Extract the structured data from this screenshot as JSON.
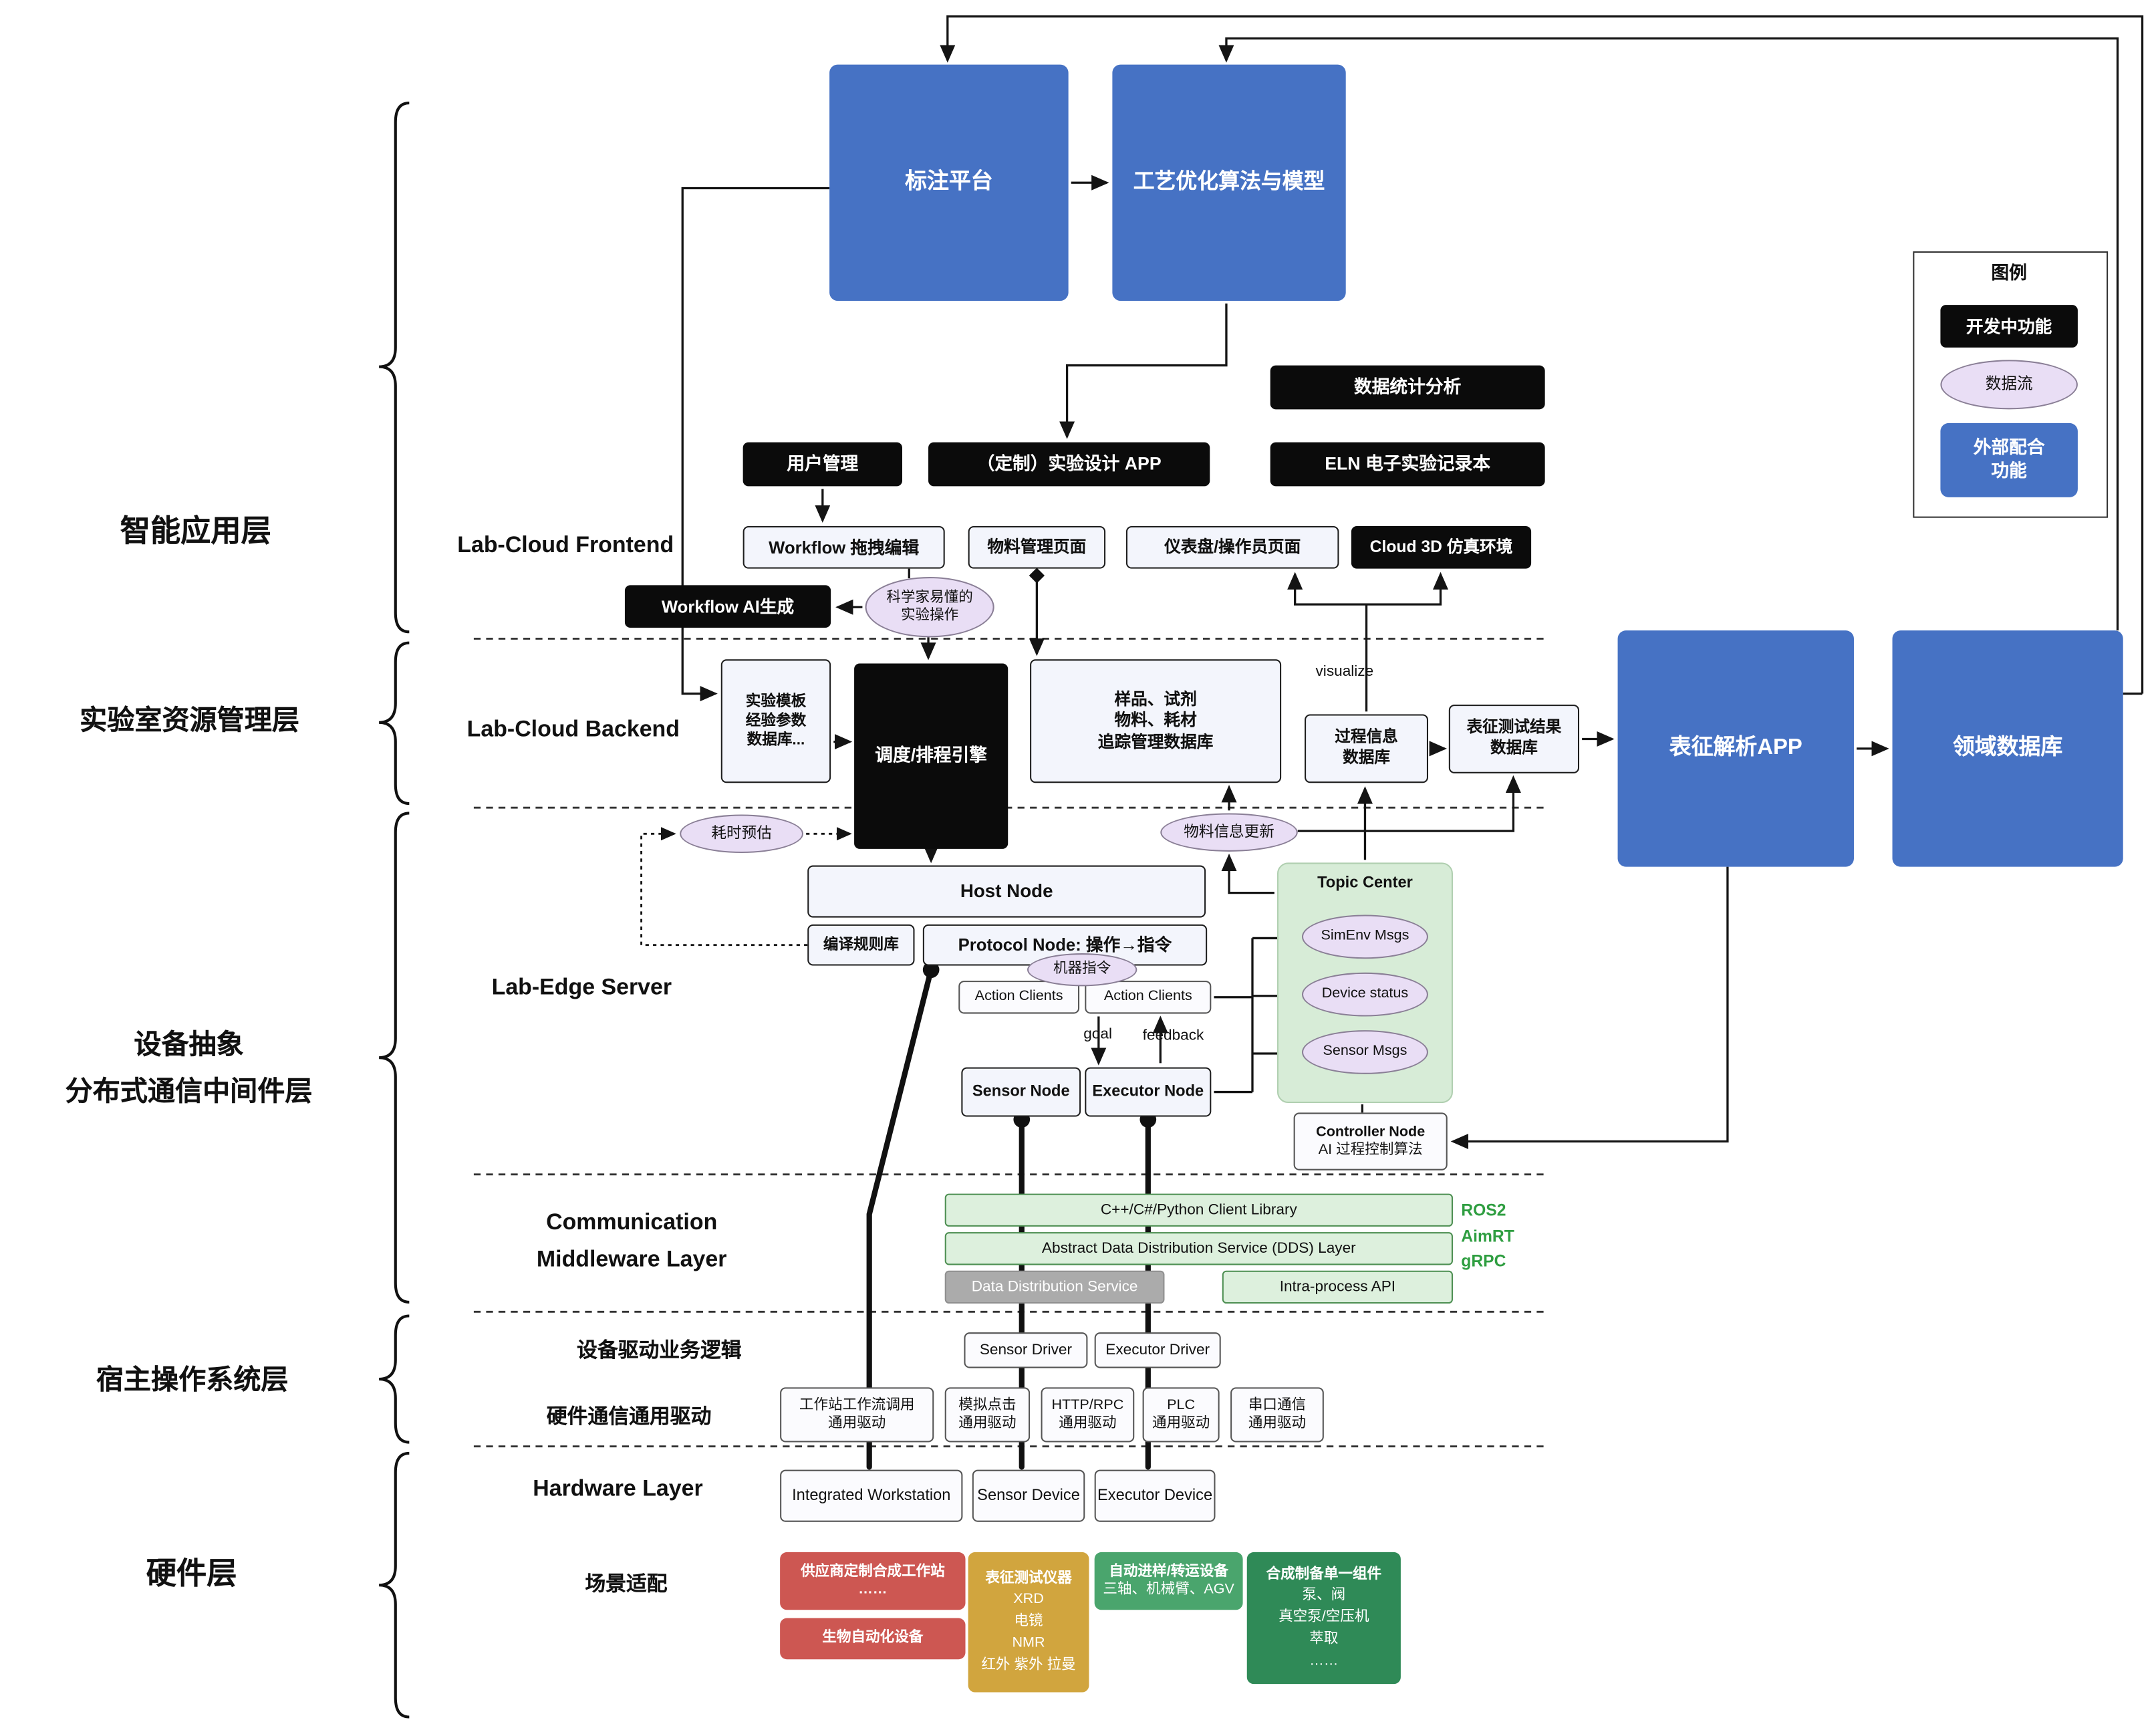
{
  "palette": {
    "accent_blue": "#4672c4",
    "dev_black": "#0b0b0b",
    "flow_purple": "#e9def5",
    "topic_green": "#d7ecd7",
    "middleware_green": "#ddf0dd",
    "hardware_red": "#cd5752",
    "instrument_gold": "#d1a53e",
    "transfer_green": "#4aa56d",
    "synth_green": "#2f8a57"
  },
  "layers": {
    "l1": "智能应用层",
    "l2": "实验室资源管理层",
    "l3a": "设备抽象",
    "l3b": "分布式通信中间件层",
    "l4": "宿主操作系统层",
    "l5": "硬件层"
  },
  "sections": {
    "frontend": "Lab-Cloud Frontend",
    "backend": "Lab-Cloud Backend",
    "edge": "Lab-Edge Server",
    "comm1": "Communication",
    "comm2": "Middleware Layer",
    "driver_logic": "设备驱动业务逻辑",
    "hw_comm": "硬件通信通用驱动",
    "hardware": "Hardware Layer",
    "scenario": "场景适配"
  },
  "nodes": {
    "annotation": "标注平台",
    "process_opt": "工艺优化算法与模型",
    "data_stats": "数据统计分析",
    "user_mgmt": "用户管理",
    "exp_design": "（定制）实验设计 APP",
    "eln": "ELN 电子实验记录本",
    "wf_edit": "Workflow 拖拽编辑",
    "material_page": "物料管理页面",
    "dashboard": "仪表盘/操作员页面",
    "cloud3d": "Cloud 3D 仿真环境",
    "wf_ai": "Workflow AI生成",
    "sci_ops": [
      "科学家易懂的",
      "实验操作"
    ],
    "template_db": [
      "实验模板",
      "经验参数",
      "数据库..."
    ],
    "scheduler": "调度/排程引擎",
    "tracking_db": [
      "样品、试剂",
      "物料、耗材",
      "追踪管理数据库"
    ],
    "visualize": "visualize",
    "process_db": [
      "过程信息",
      "数据库"
    ],
    "result_db": [
      "表征测试结果",
      "数据库"
    ],
    "char_app": "表征解析APP",
    "domain_db": "领域数据库",
    "time_est": "耗时预估",
    "material_update": "物料信息更新",
    "host_node": "Host Node",
    "compile_lib": "编译规则库",
    "protocol_node": "Protocol Node: 操作→指令",
    "machine_cmd": "机器指令",
    "action_clients": "Action Clients",
    "topic_center": "Topic Center",
    "simenv": "SimEnv Msgs",
    "dev_status": "Device status",
    "sensor_msgs": "Sensor Msgs",
    "goal": "goal",
    "feedback": "feedback",
    "sensor_node": "Sensor Node",
    "executor_node": "Executor Node",
    "controller": [
      "Controller Node",
      "AI 过程控制算法"
    ],
    "client_lib": "C++/C#/Python Client Library",
    "dds_layer": "Abstract Data Distribution Service (DDS) Layer",
    "dds_service": "Data Distribution Service",
    "intra_api": "Intra-process API",
    "protocols": [
      "ROS2",
      "AimRT",
      "gRPC"
    ],
    "sensor_driver": "Sensor Driver",
    "executor_driver": "Executor Driver",
    "ws_driver": [
      "工作站工作流调用",
      "通用驱动"
    ],
    "click_driver": [
      "模拟点击",
      "通用驱动"
    ],
    "http_driver": [
      "HTTP/RPC",
      "通用驱动"
    ],
    "plc_driver": [
      "PLC",
      "通用驱动"
    ],
    "serial_driver": [
      "串口通信",
      "通用驱动"
    ],
    "integrated_ws": "Integrated Workstation",
    "sensor_device": "Sensor Device",
    "executor_device": "Executor Device",
    "vendor_ws": [
      "供应商定制合成工作站",
      "……"
    ],
    "bio_auto": "生物自动化设备",
    "char_instr": [
      "表征测试仪器",
      "XRD",
      "电镜",
      "NMR",
      "红外 紫外 拉曼"
    ],
    "transfer": [
      "自动进样/转运设备",
      "三轴、机械臂、AGV"
    ],
    "synth": [
      "合成制备单一组件",
      "泵、阀",
      "真空泵/空压机",
      "萃取",
      "……"
    ]
  },
  "legend": {
    "title": "图例",
    "dev": "开发中功能",
    "flow": "数据流",
    "external": [
      "外部配合",
      "功能"
    ]
  }
}
